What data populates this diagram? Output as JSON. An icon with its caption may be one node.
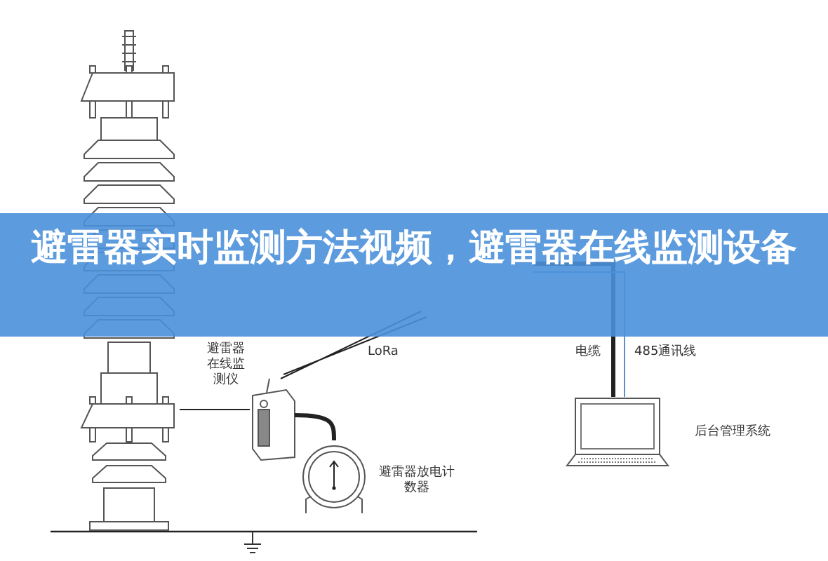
{
  "diagram": {
    "title": "避雷器实时监测方法视频，避雷器在线监测设备",
    "nodes": [
      {
        "text": [],
        "shape": "picture"
      },
      {
        "text": [],
        "shape": "picture",
        "beside": [
          "避雷器在线监测仪"
        ]
      },
      {
        "text": [],
        "shape": "circle",
        "beside": [
          "避雷器放电计数器"
        ]
      },
      {
        "text": [],
        "shape": "picture",
        "beside": [
          "后台管理系统"
        ]
      }
    ],
    "edges": [
      {
        "from": 0,
        "to": 1,
        "arrow": "none"
      },
      {
        "from": 1,
        "to": 2,
        "arrow": "none",
        "style": "thick"
      },
      {
        "from": 1,
        "to": null,
        "arrow": "none",
        "label": "LoRa"
      },
      {
        "from": null,
        "to": 3,
        "arrow": "none",
        "label": "电缆",
        "style": "thick"
      },
      {
        "from": null,
        "to": 3,
        "arrow": "none",
        "label": "485通讯线",
        "color": "#5b8fd0"
      }
    ]
  }
}
